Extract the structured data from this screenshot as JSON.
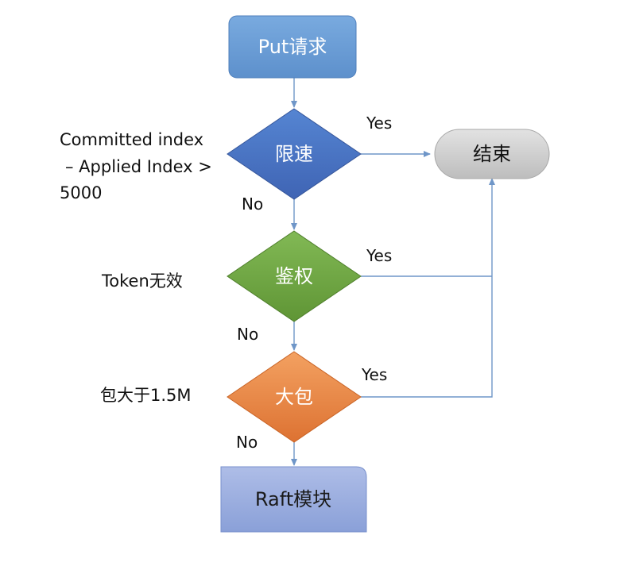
{
  "nodes": {
    "put_request": "Put请求",
    "rate_limit": "限速",
    "auth": "鉴权",
    "big_packet": "大包",
    "end": "结束",
    "raft_module": "Raft模块"
  },
  "conditions": {
    "rate_limit": [
      "Committed index",
      "– Applied Index >",
      "5000"
    ],
    "auth": "Token无效",
    "big_packet": "包大于1.5M"
  },
  "branches": {
    "rate_limit_yes": "Yes",
    "rate_limit_no": "No",
    "auth_yes": "Yes",
    "auth_no": "No",
    "big_packet_yes": "Yes",
    "big_packet_no": "No"
  },
  "colors": {
    "put_request_fill": "#6b9fd4",
    "rate_limit_fill": "#4a74c4",
    "auth_fill": "#72a946",
    "big_packet_fill": "#ea8a45",
    "end_fill": "#cfcfcf",
    "raft_module_fill": "#9aaedf",
    "edge": "#6f96c8"
  }
}
